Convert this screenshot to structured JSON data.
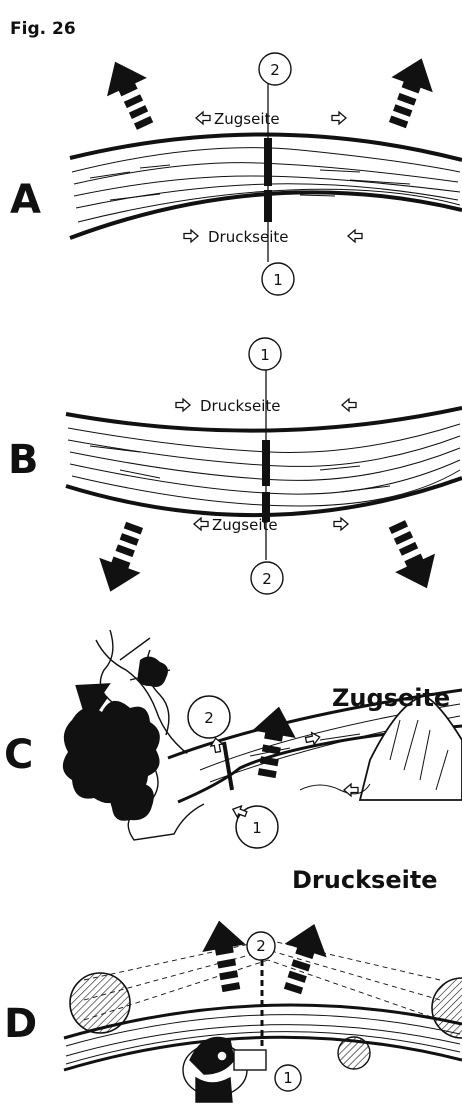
{
  "figure": {
    "title": "Fig. 26"
  },
  "panels": [
    {
      "letter": "A",
      "top_label": "Zugseite",
      "bottom_label": "Druckseite",
      "top_number": "2",
      "bottom_number": "1"
    },
    {
      "letter": "B",
      "top_label": "Druckseite",
      "bottom_label": "Zugseite",
      "top_number": "1",
      "bottom_number": "2"
    },
    {
      "letter": "C",
      "tension_label": "Zugseite",
      "compression_label": "Druckseite",
      "number_upper": "2",
      "number_lower": "1"
    },
    {
      "letter": "D",
      "number_upper": "2",
      "number_lower": "1"
    }
  ],
  "colors": {
    "ink": "#111111",
    "paper": "#ffffff"
  }
}
